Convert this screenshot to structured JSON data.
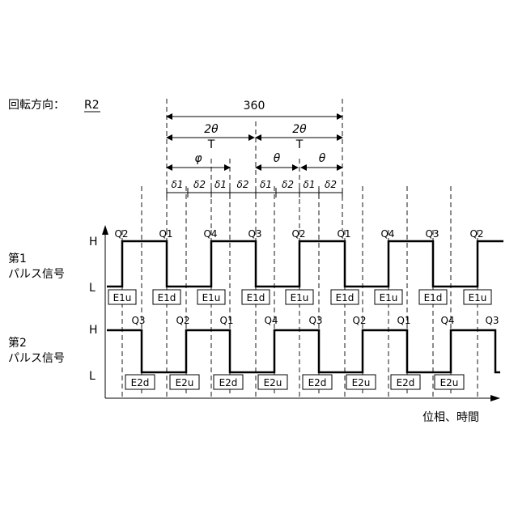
{
  "direction": {
    "label": "回転方向：",
    "value": "R2"
  },
  "dims": {
    "total": "360",
    "two_theta_a": "2θ",
    "two_theta_b": "2θ",
    "T_a": "T",
    "T_b": "T",
    "phi": "φ",
    "theta_a": "θ",
    "theta_b": "θ",
    "deltas": [
      "δ1",
      "δ2",
      "δ1",
      "δ2",
      "δ1",
      "δ2",
      "δ1",
      "δ2"
    ]
  },
  "signal1": {
    "title_line1": "第1",
    "title_line2": "パルス信号",
    "high": "H",
    "low": "L",
    "q_labels": [
      "Q2",
      "Q1",
      "Q4",
      "Q3",
      "Q2",
      "Q1",
      "Q4",
      "Q3",
      "Q2"
    ],
    "e_labels": [
      "E1u",
      "E1d",
      "E1u",
      "E1d",
      "E1u",
      "E1d",
      "E1u",
      "E1d",
      "E1u"
    ]
  },
  "signal2": {
    "title_line1": "第2",
    "title_line2": "パルス信号",
    "high": "H",
    "low": "L",
    "q_labels": [
      "Q3",
      "Q2",
      "Q1",
      "Q4",
      "Q3",
      "Q2",
      "Q1",
      "Q4",
      "Q3"
    ],
    "e_labels": [
      "E2d",
      "E2u",
      "E2d",
      "E2u",
      "E2d",
      "E2u",
      "E2d",
      "E2u"
    ]
  },
  "axis_label": "位相、時間"
}
